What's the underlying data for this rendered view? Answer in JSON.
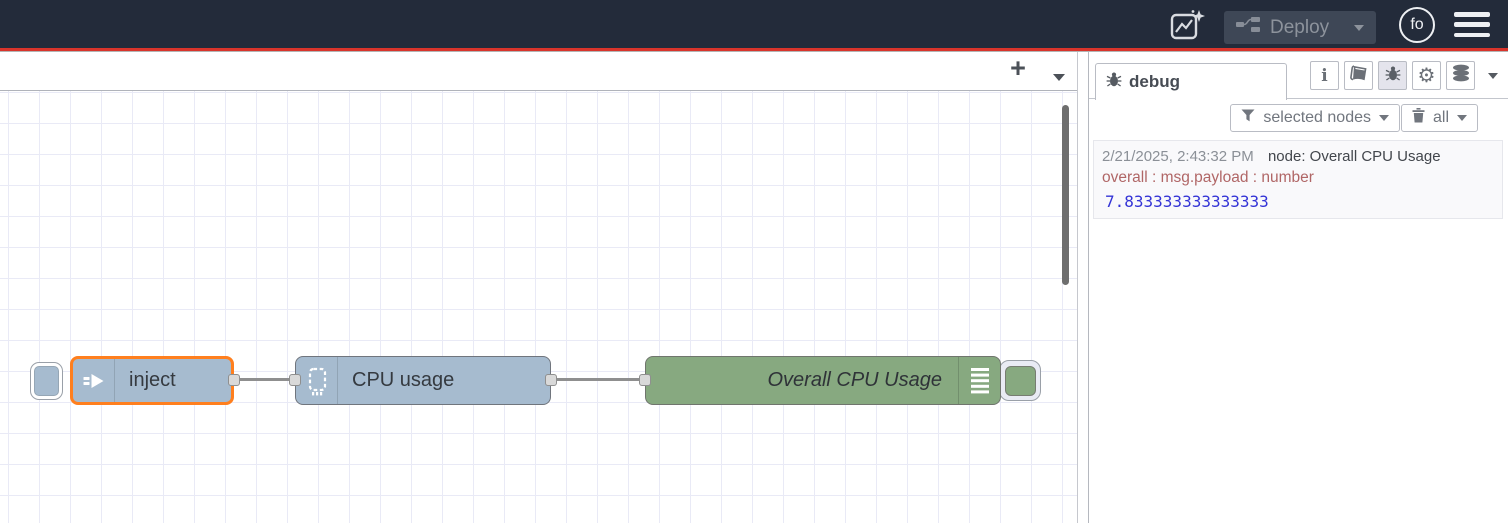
{
  "header": {
    "deploy_label": "Deploy",
    "avatar_initials": "fo"
  },
  "workspace": {
    "add_flow_label": "+",
    "nodes": {
      "inject": {
        "label": "inject",
        "type": "inject",
        "selected": true
      },
      "cpu": {
        "label": "CPU usage",
        "type": "cpu"
      },
      "debug": {
        "label": "Overall CPU Usage",
        "type": "debug"
      }
    }
  },
  "sidebar": {
    "tab_label": "debug",
    "icon_glyphs": {
      "info": "i",
      "gear": "⚙"
    },
    "filter_label": "selected nodes",
    "clear_label": "all",
    "messages": [
      {
        "timestamp": "2/21/2025, 2:43:32 PM",
        "meta": "node: Overall CPU Usage",
        "property": "overall : msg.payload : number",
        "value": "7.833333333333333"
      }
    ]
  },
  "colors": {
    "header_bg": "#232b3a",
    "accent_red_bar": "#d9342b",
    "node_blue": "#a6bbcf",
    "node_green": "#87a980",
    "selected_outline": "#ff7f1e",
    "debug_property_text": "#b06666",
    "debug_number_text": "#3434d6"
  }
}
